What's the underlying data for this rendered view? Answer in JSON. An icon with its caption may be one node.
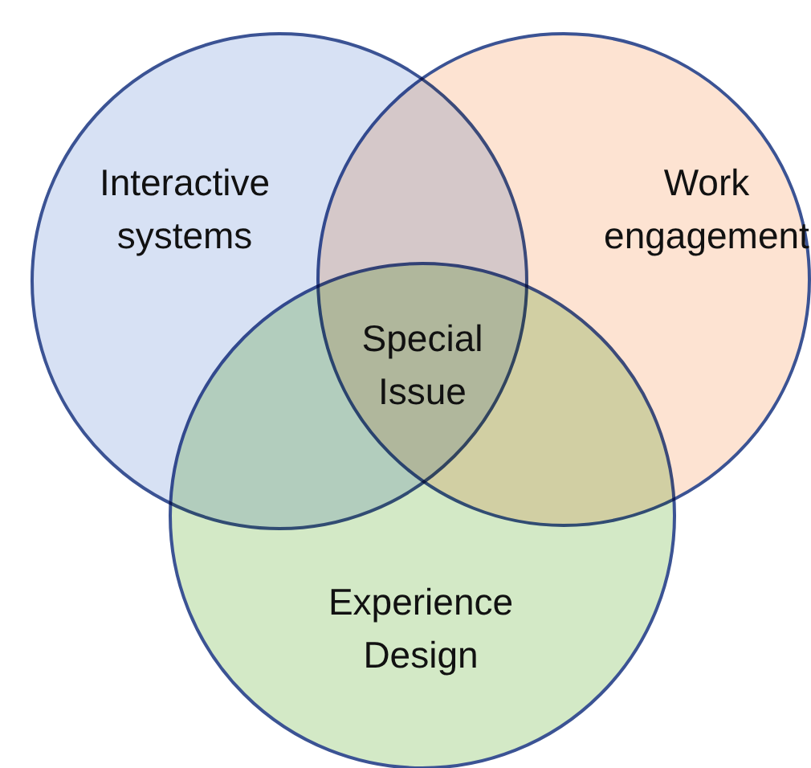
{
  "diagram": {
    "nodes": [
      {
        "text": [
          "Interactive systems"
        ]
      },
      {
        "text": [
          "Work engagement"
        ]
      },
      {
        "text": [
          "Experience Design"
        ]
      }
    ],
    "edges": [],
    "labels": [
      "Special Issue"
    ]
  }
}
